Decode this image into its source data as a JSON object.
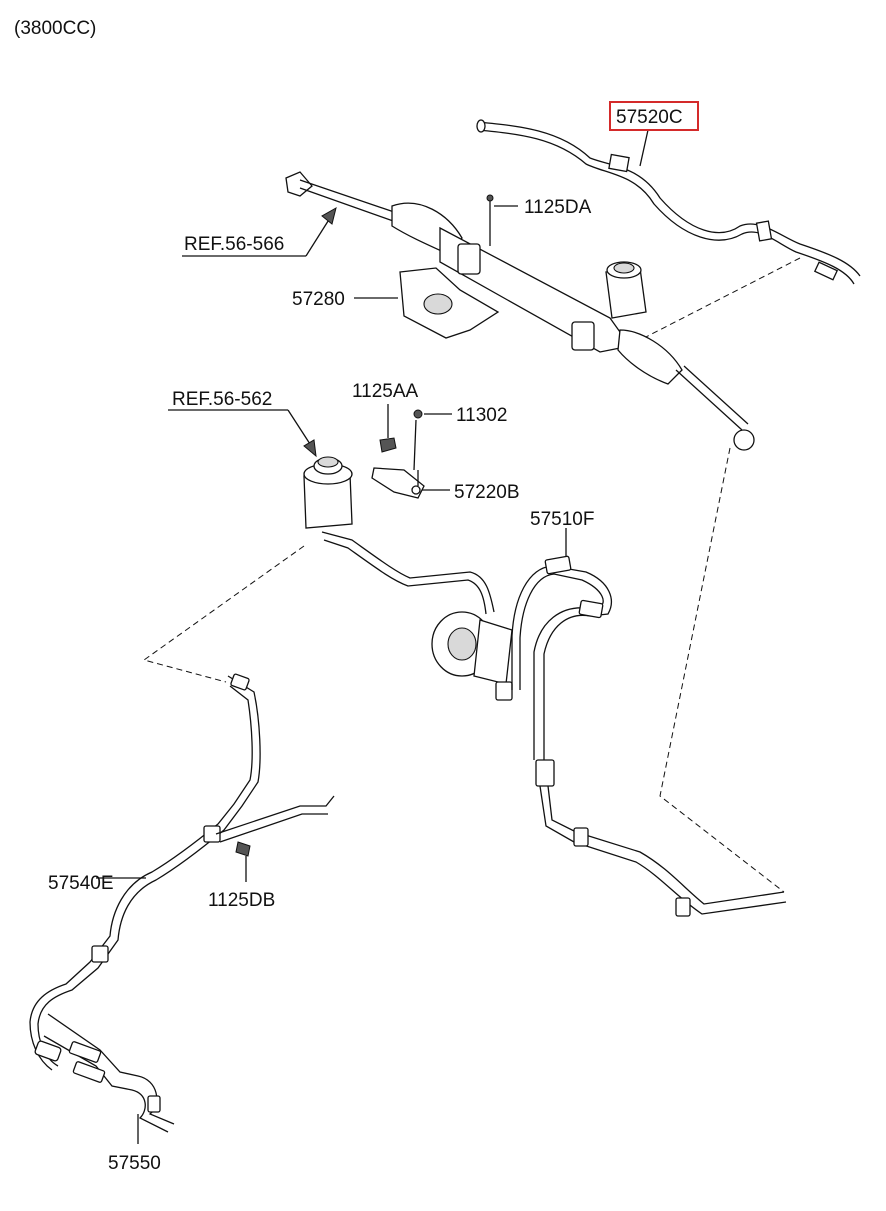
{
  "header": {
    "engine": "(3800CC)"
  },
  "labels": {
    "p57520C": "57520C",
    "p1125DA": "1125DA",
    "ref56566": "REF.56-566",
    "p57280": "57280",
    "ref56562": "REF.56-562",
    "p1125AA": "1125AA",
    "p11302": "11302",
    "p57220B": "57220B",
    "p57510F": "57510F",
    "p57540E": "57540E",
    "p1125DB": "1125DB",
    "p57550": "57550"
  },
  "highlight": {
    "part": "57520C",
    "color": "#d42a2a"
  }
}
